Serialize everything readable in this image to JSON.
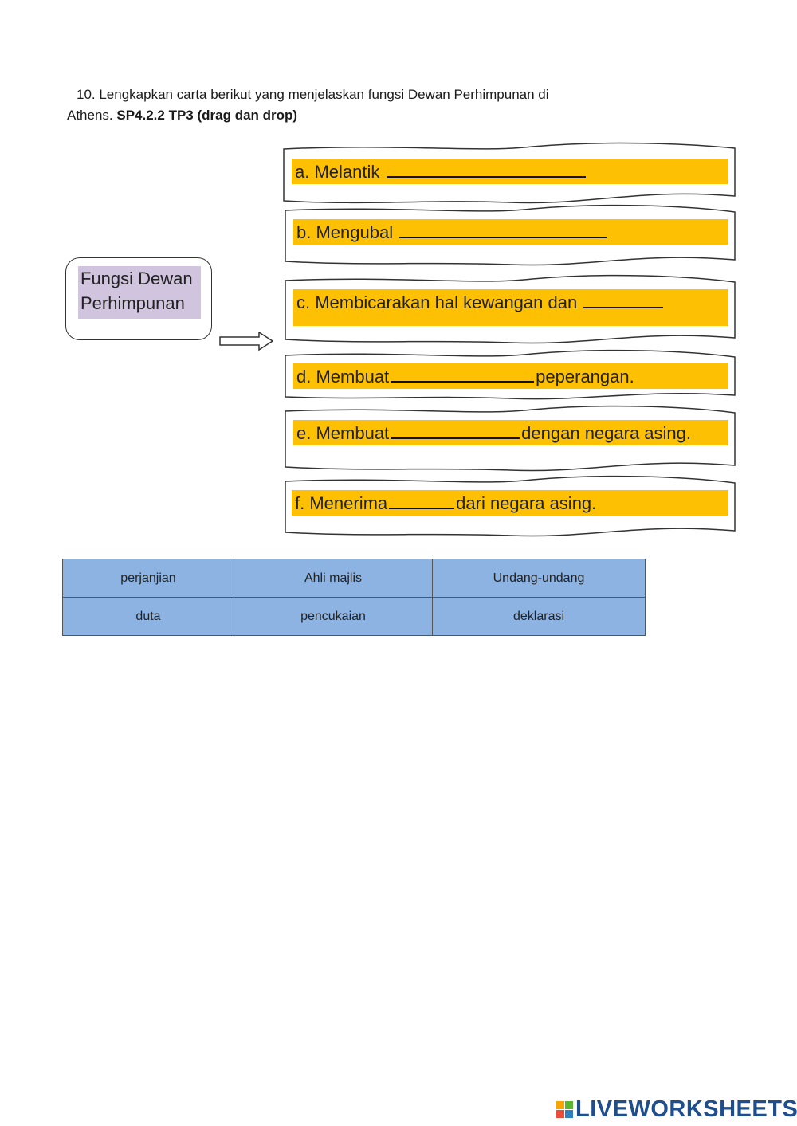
{
  "question": {
    "line1": "10. Lengkapkan carta berikut yang menjelaskan fungsi Dewan Perhimpunan di",
    "line2_plain": "Athens. ",
    "line2_bold": "SP4.2.2 TP3 (drag dan drop)"
  },
  "center": {
    "line1": "Fungsi Dewan",
    "line2": "Perhimpunan"
  },
  "items": [
    {
      "prefix": "a. Melantik ",
      "suffix": ""
    },
    {
      "prefix": "b. Mengubal ",
      "suffix": ""
    },
    {
      "prefix": "c. Membicarakan hal kewangan dan ",
      "suffix": ""
    },
    {
      "prefix": "d. Membuat",
      "suffix": "peperangan."
    },
    {
      "prefix": "e. Membuat",
      "suffix": "dengan negara asing."
    },
    {
      "prefix": "f. Menerima",
      "suffix": "dari negara asing."
    }
  ],
  "word_bank": [
    [
      "perjanjian",
      "Ahli majlis",
      "Undang-undang"
    ],
    [
      "duta",
      "pencukaian",
      "deklarasi"
    ]
  ],
  "logo": {
    "text": "LIVEWORKSHEETS",
    "colors": [
      "#f7a600",
      "#5cb531",
      "#e94e3c",
      "#2f7fc1"
    ]
  }
}
